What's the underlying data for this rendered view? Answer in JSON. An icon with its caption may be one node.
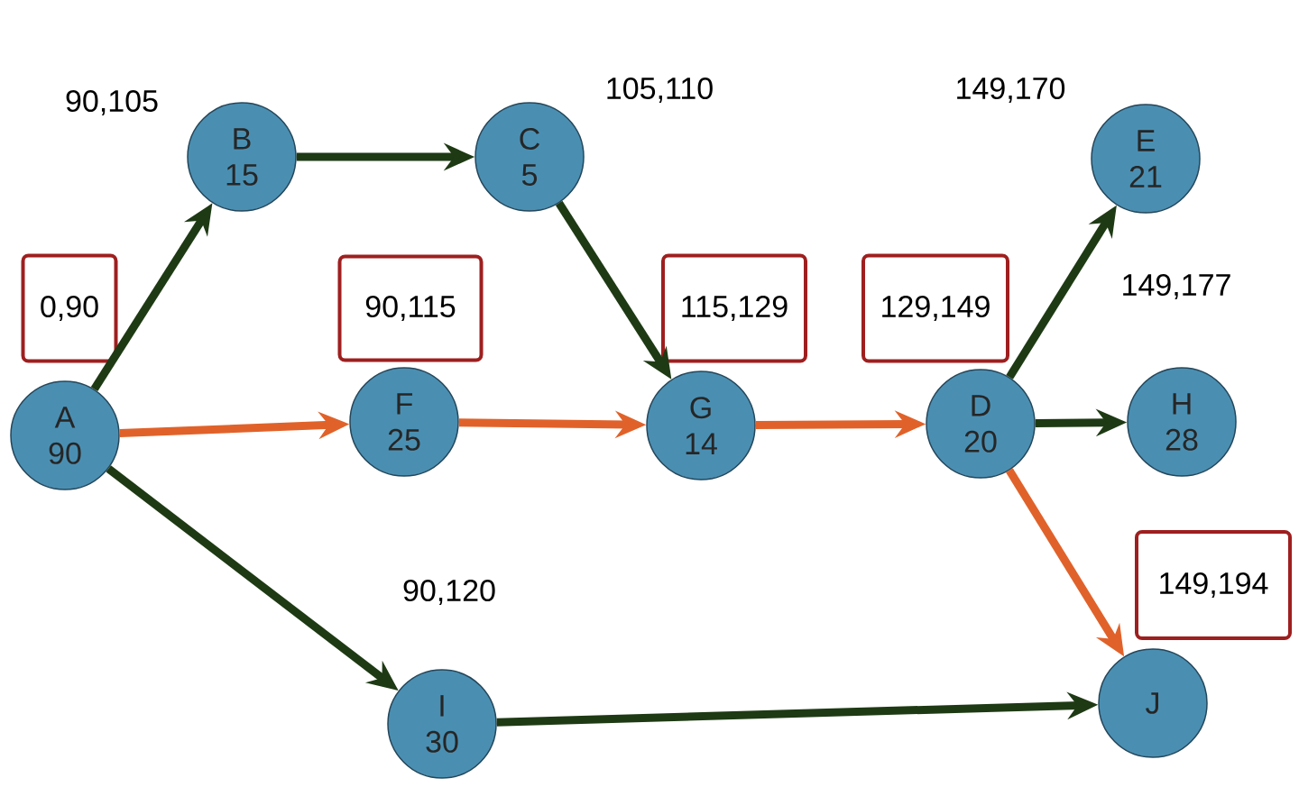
{
  "diagram": {
    "nodes": [
      {
        "text": [
          "A",
          "90"
        ]
      },
      {
        "text": [
          "B",
          "15"
        ],
        "beside": [
          "90,105"
        ]
      },
      {
        "text": [
          "C",
          "5"
        ],
        "beside": [
          "105,110"
        ]
      },
      {
        "text": [
          "F",
          "25"
        ]
      },
      {
        "text": [
          "G",
          "14"
        ]
      },
      {
        "text": [
          "D",
          "20"
        ]
      },
      {
        "text": [
          "E",
          "21"
        ],
        "beside": [
          "149,170"
        ]
      },
      {
        "text": [
          "H",
          "28"
        ],
        "beside": [
          "149,177"
        ]
      },
      {
        "text": [
          "I",
          "30"
        ],
        "beside": [
          "90,120"
        ]
      },
      {
        "text": [
          "J"
        ]
      },
      {
        "text": [
          "0,90"
        ]
      },
      {
        "text": [
          "90,115"
        ]
      },
      {
        "text": [
          "115,129"
        ]
      },
      {
        "text": [
          "129,149"
        ]
      },
      {
        "text": [
          "149,194"
        ]
      }
    ],
    "edges": [
      {
        "from": 0,
        "to": 1,
        "arrow": "to"
      },
      {
        "from": 1,
        "to": 2,
        "arrow": "to"
      },
      {
        "from": 2,
        "to": 4,
        "arrow": "to"
      },
      {
        "from": 0,
        "to": 3,
        "arrow": "to",
        "color": "#e0622a"
      },
      {
        "from": 3,
        "to": 4,
        "arrow": "to",
        "color": "#e0622a"
      },
      {
        "from": 4,
        "to": 5,
        "arrow": "to",
        "color": "#e0622a"
      },
      {
        "from": 5,
        "to": 6,
        "arrow": "to"
      },
      {
        "from": 5,
        "to": 7,
        "arrow": "to"
      },
      {
        "from": 5,
        "to": 9,
        "arrow": "to",
        "color": "#e0622a"
      },
      {
        "from": 0,
        "to": 8,
        "arrow": "to"
      },
      {
        "from": 8,
        "to": 9,
        "arrow": "to"
      }
    ]
  }
}
